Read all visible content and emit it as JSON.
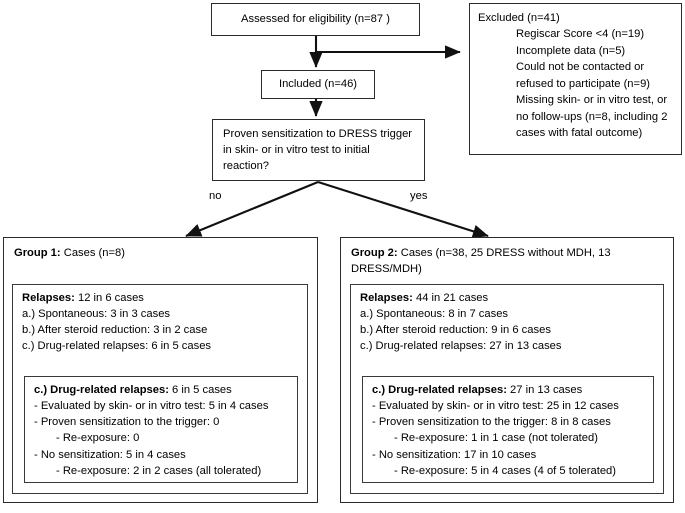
{
  "flowchart": {
    "title": "DRESS relapse study flow diagram",
    "nodes": {
      "assessed": {
        "label": "Assessed for eligibility (n=87 )"
      },
      "included": {
        "label": "Included (n=46)"
      },
      "decision": {
        "label": "Proven sensitization to DRESS trigger in skin- or in vitro test to initial reaction?"
      },
      "excluded": {
        "title": "Excluded (n=41)",
        "items": [
          "Regiscar Score <4 (n=19)",
          "Incomplete data (n=5)",
          "Could not be contacted or",
          "refused to participate  (n=9)",
          "Missing skin- or in vitro test, or",
          "no follow-ups (n=8, including 2",
          "cases with fatal outcome)"
        ]
      }
    },
    "edge_labels": {
      "no": "no",
      "yes": "yes"
    },
    "group1": {
      "header_bold": "Group 1:",
      "header_rest": " Cases (n=8)",
      "relapses": {
        "bold": "Relapses:",
        "rest": " 12 in 6 cases",
        "items": [
          "a.) Spontaneous: 3 in 3 cases",
          "b.) After steroid reduction: 3 in 2 case",
          "c.) Drug-related relapses: 6 in 5 cases"
        ]
      },
      "drug_related": {
        "bold": "c.) Drug-related relapses:",
        "rest": " 6 in 5 cases",
        "items": [
          {
            "text": "- Evaluated by skin- or in vitro test: 5 in 4 cases",
            "indent": 0
          },
          {
            "text": "- Proven sensitization to the trigger: 0",
            "indent": 0
          },
          {
            "text": "- Re-exposure: 0",
            "indent": 1
          },
          {
            "text": "- No sensitization: 5 in 4 cases",
            "indent": 0
          },
          {
            "text": "- Re-exposure: 2 in 2 cases (all tolerated)",
            "indent": 1
          }
        ]
      }
    },
    "group2": {
      "header_bold": "Group 2:",
      "header_rest": " Cases (n=38, 25 DRESS without MDH, 13 DRESS/MDH)",
      "relapses": {
        "bold": "Relapses:",
        "rest": " 44 in 21 cases",
        "items": [
          "a.) Spontaneous: 8 in 7 cases",
          "b.) After steroid reduction: 9 in 6 cases",
          "c.) Drug-related relapses: 27 in 13 cases"
        ]
      },
      "drug_related": {
        "bold": "c.) Drug-related relapses:",
        "rest": " 27 in 13 cases",
        "items": [
          {
            "text": "- Evaluated by skin- or in vitro test: 25 in 12 cases",
            "indent": 0
          },
          {
            "text": "- Proven sensitization to the trigger: 8 in 8 cases",
            "indent": 0
          },
          {
            "text": "- Re-exposure: 1 in 1 case (not tolerated)",
            "indent": 1
          },
          {
            "text": "- No sensitization: 17 in 10 cases",
            "indent": 0
          },
          {
            "text": "- Re-exposure: 5 in 4 cases (4 of 5 tolerated)",
            "indent": 1
          }
        ]
      }
    },
    "colors": {
      "background": "#ffffff",
      "text": "#000000",
      "border": "#2b2b2b",
      "arrow": "#111111"
    }
  }
}
